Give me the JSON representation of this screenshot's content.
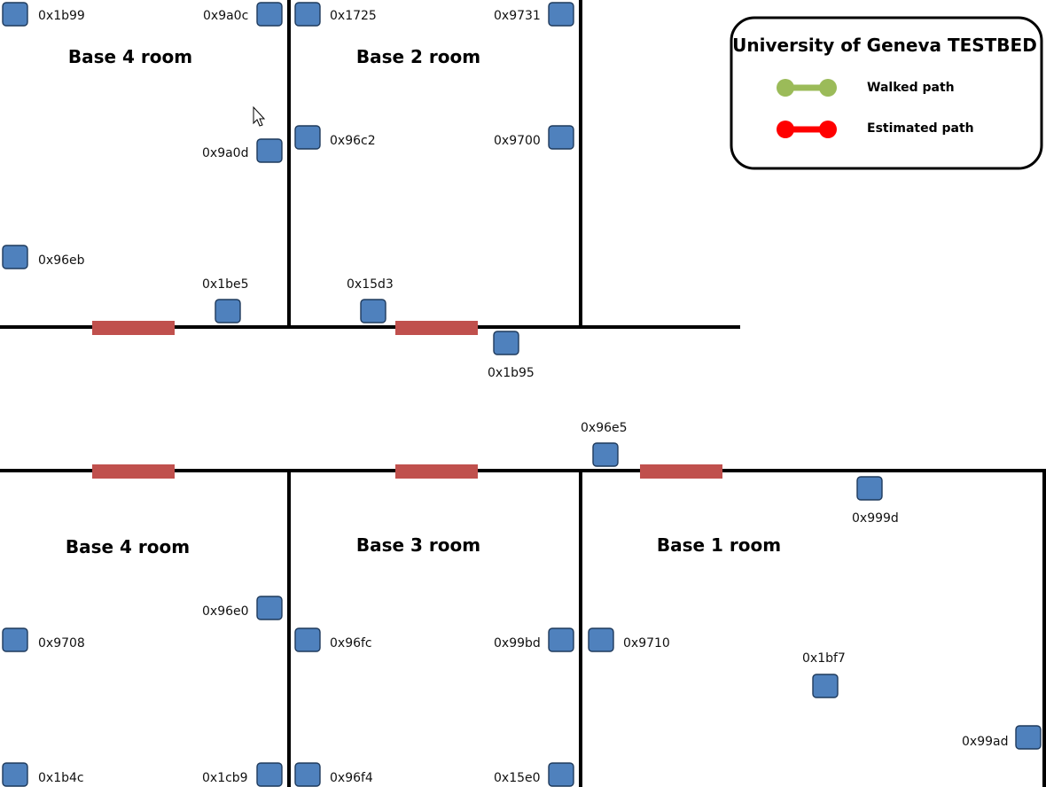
{
  "legend": {
    "title": "University of Geneva TESTBED",
    "items": [
      {
        "label": "Walked path",
        "color": "#9bbb59"
      },
      {
        "label": "Estimated path",
        "color": "#ff0000"
      }
    ]
  },
  "rooms": {
    "top_left": "Base 4 room",
    "top_middle": "Base 2 room",
    "bottom_left": "Base 4 room",
    "bottom_middle": "Base 3 room",
    "bottom_right": "Base 1 room"
  },
  "nodes": {
    "n1b99": "0x1b99",
    "n9a0c": "0x9a0c",
    "n1725": "0x1725",
    "n9731": "0x9731",
    "n9a0d": "0x9a0d",
    "n96c2": "0x96c2",
    "n9700": "0x9700",
    "n96eb": "0x96eb",
    "n1be5": "0x1be5",
    "n15d3": "0x15d3",
    "n1b95": "0x1b95",
    "n96e5": "0x96e5",
    "n999d": "0x999d",
    "n96e0": "0x96e0",
    "n9708": "0x9708",
    "n96fc": "0x96fc",
    "n99bd": "0x99bd",
    "n9710": "0x9710",
    "n1bf7": "0x1bf7",
    "n99ad": "0x99ad",
    "n1b4c": "0x1b4c",
    "n1cb9": "0x1cb9",
    "n96f4": "0x96f4",
    "n15e0": "0x15e0"
  },
  "colors": {
    "node_fill": "#4f81bd",
    "door": "#c0504d",
    "wall": "#000000"
  }
}
